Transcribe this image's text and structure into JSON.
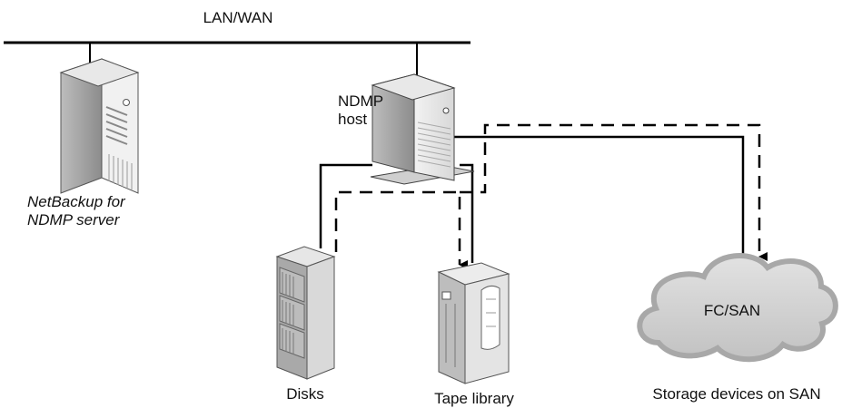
{
  "network": {
    "label": "LAN/WAN"
  },
  "nodes": {
    "netbackup_server": {
      "label_line1": "NetBackup for",
      "label_line2": "NDMP server"
    },
    "ndmp_host": {
      "label_line1": "NDMP",
      "label_line2": "host"
    },
    "disks": {
      "label": "Disks"
    },
    "tape_library": {
      "label": "Tape library"
    },
    "san_cloud": {
      "inner_label": "FC/SAN",
      "caption": "Storage devices on SAN"
    }
  },
  "legend_semantics": {
    "solid_line": "connection",
    "dashed_arrow": "data path"
  },
  "colors": {
    "line": "#000000",
    "server_body": "#e6e6e6",
    "cloud_fill": "#d2d2d2",
    "cloud_stroke": "#a8a8a8"
  }
}
